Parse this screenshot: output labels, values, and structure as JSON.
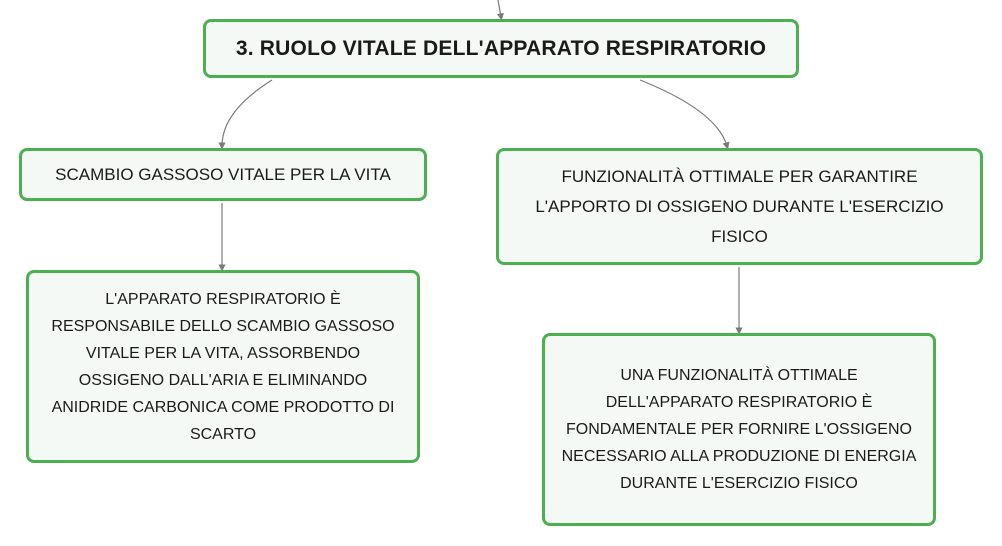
{
  "map": {
    "root": {
      "label": "3. RUOLO VITALE DELL'APPARATO RESPIRATORIO"
    },
    "branches": [
      {
        "label": "SCAMBIO GASSOSO VITALE PER LA VITA",
        "child": "L'APPARATO RESPIRATORIO È RESPONSABILE DELLO SCAMBIO GASSOSO VITALE PER LA VITA, ASSORBENDO OSSIGENO DALL'ARIA E ELIMINANDO ANIDRIDE CARBONICA COME PRODOTTO DI SCARTO"
      },
      {
        "label": "FUNZIONALITÀ OTTIMALE PER GARANTIRE L'APPORTO DI OSSIGENO DURANTE L'ESERCIZIO FISICO",
        "child": "UNA FUNZIONALITÀ OTTIMALE DELL'APPARATO RESPIRATORIO È FONDAMENTALE PER FORNIRE L'OSSIGENO NECESSARIO ALLA PRODUZIONE DI ENERGIA DURANTE L'ESERCIZIO FISICO"
      }
    ]
  },
  "colors": {
    "node_border": "#4caf50",
    "node_fill": "#f4f9f5",
    "connector": "#7a7a7a",
    "text": "#1a1a1a"
  }
}
